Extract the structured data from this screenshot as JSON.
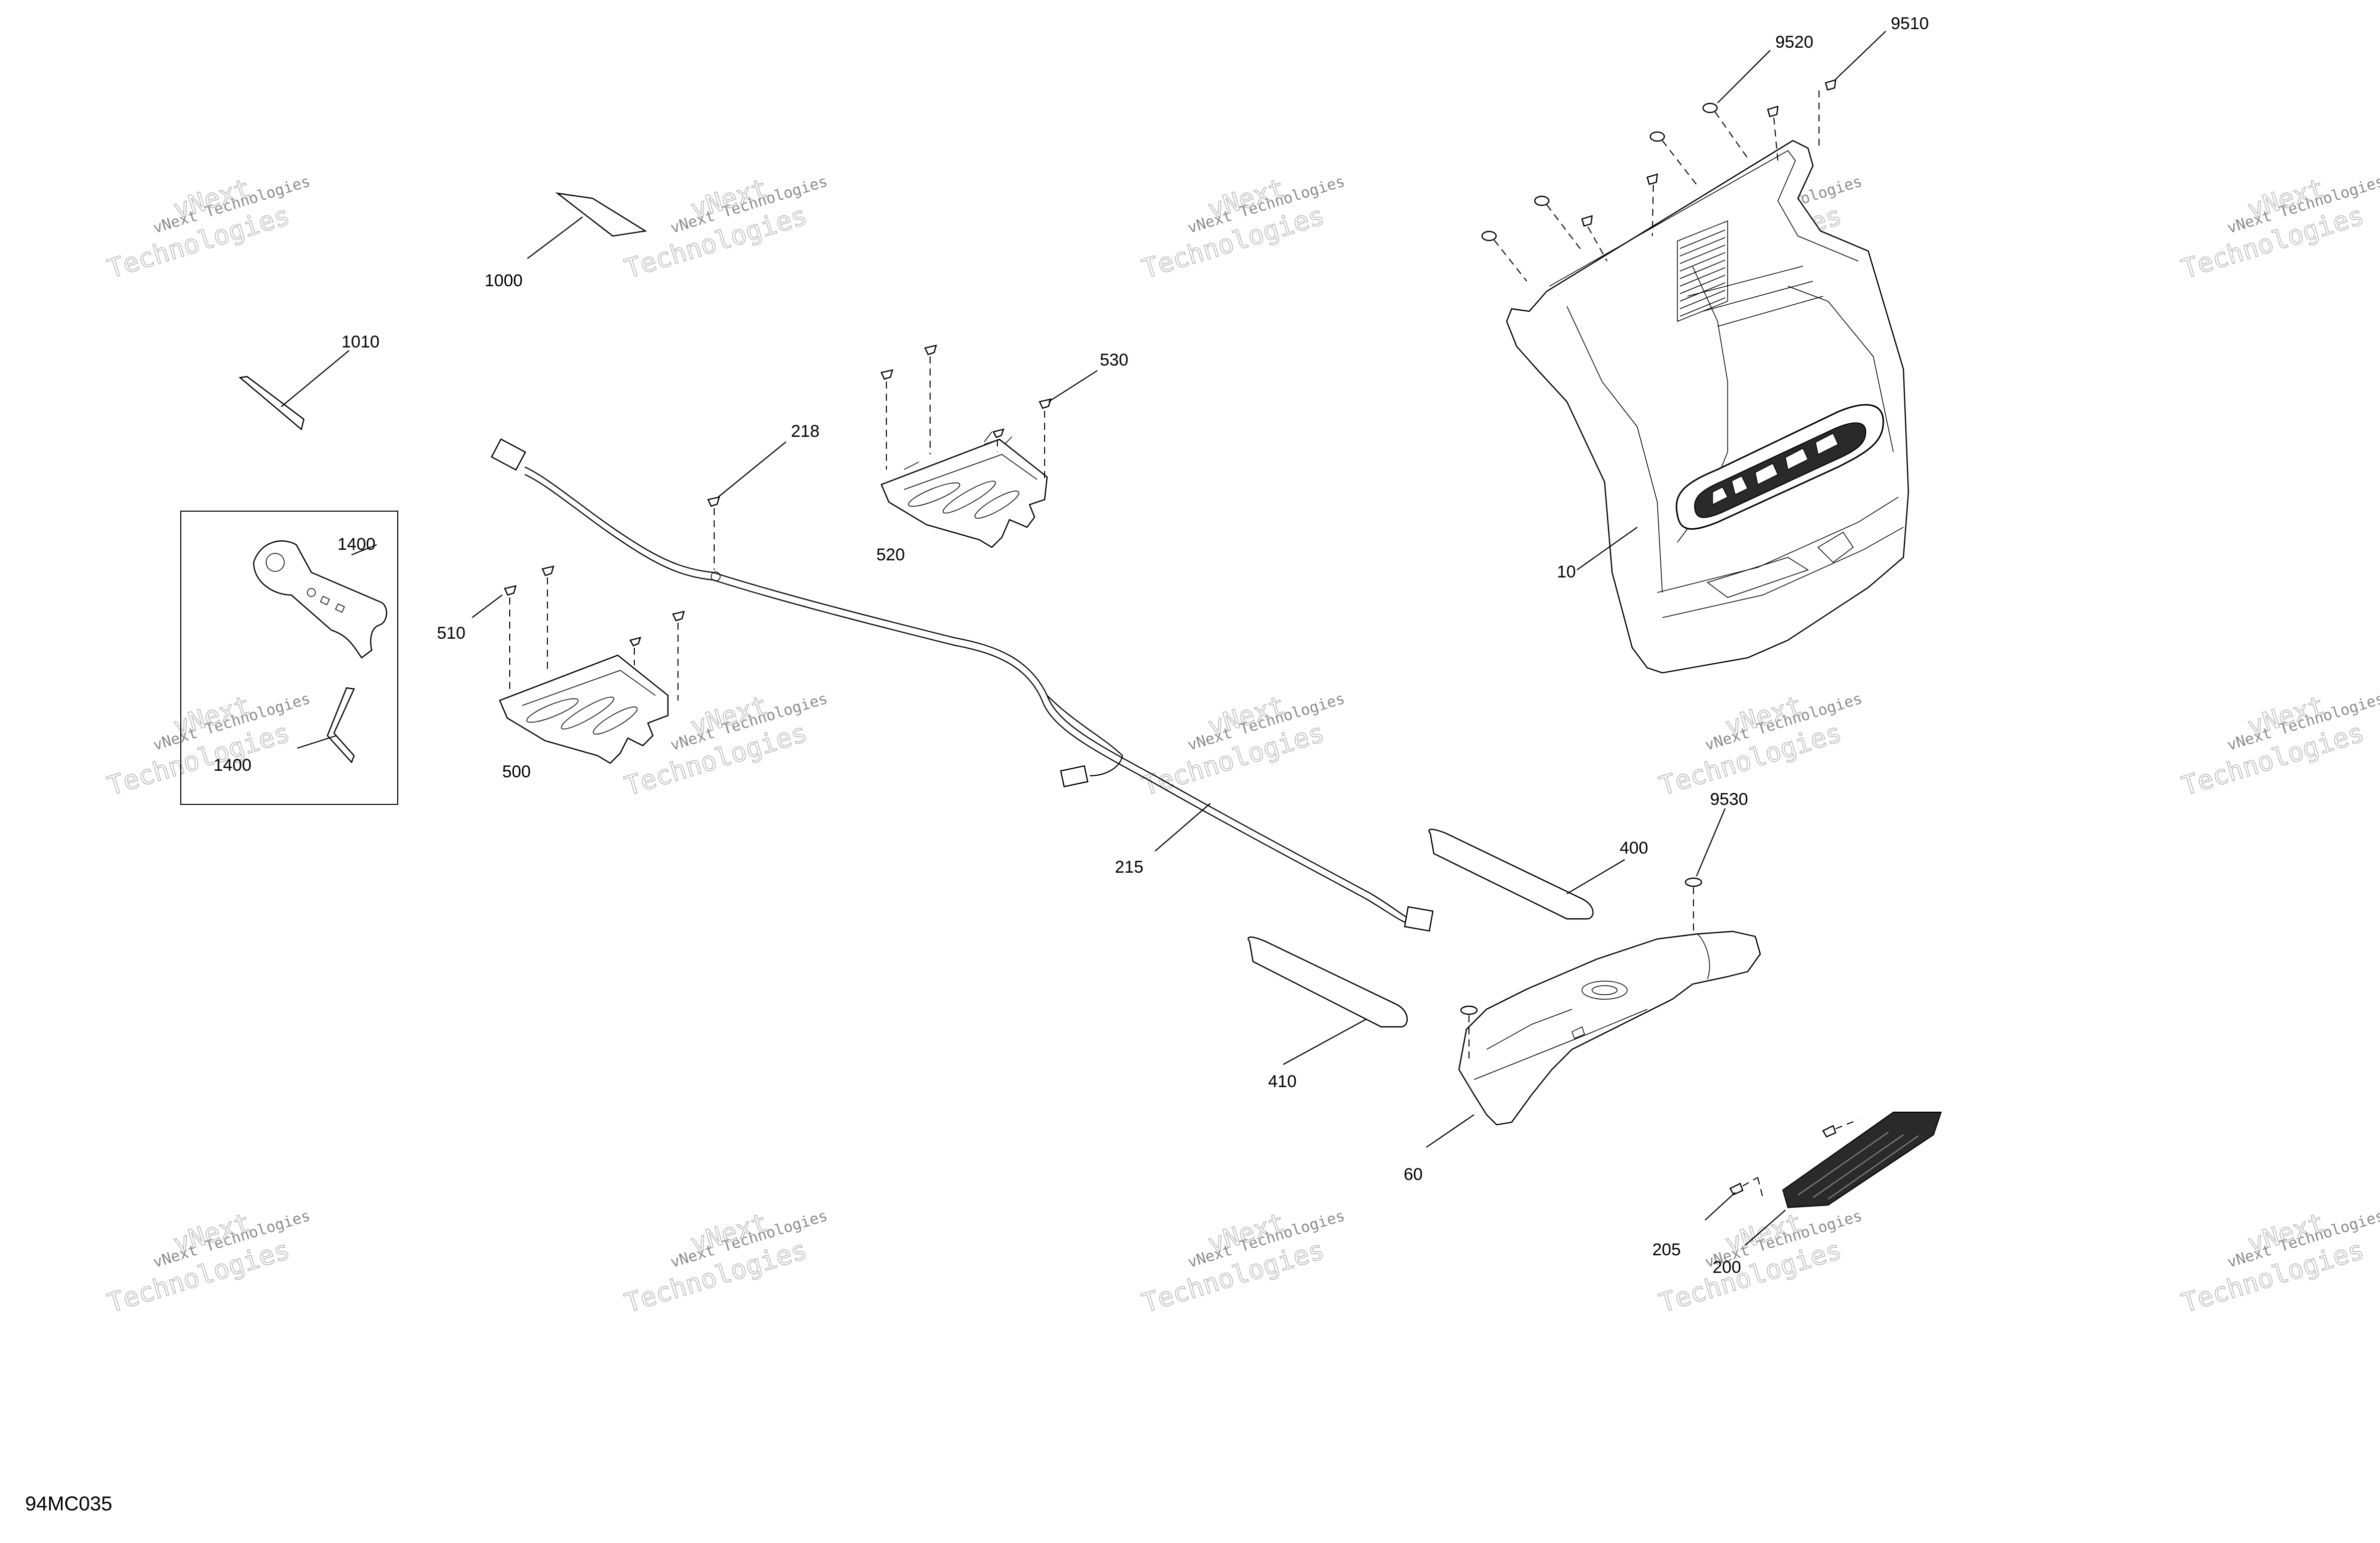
{
  "diagram_code": "94MC035",
  "watermark": {
    "line1": "vNext Technologies",
    "line2": "vNext",
    "line3": "Technologies"
  },
  "callouts": {
    "p9520": "9520",
    "p9510": "9510",
    "p1000": "1000",
    "p1010": "1010",
    "p530": "530",
    "p218": "218",
    "p520": "520",
    "p1400": "1400",
    "p1400b": "1400",
    "p510": "510",
    "p500": "500",
    "p10": "10",
    "p215": "215",
    "p9530": "9530",
    "p400": "400",
    "p410": "410",
    "p60": "60",
    "p205": "205",
    "p200": "200"
  }
}
